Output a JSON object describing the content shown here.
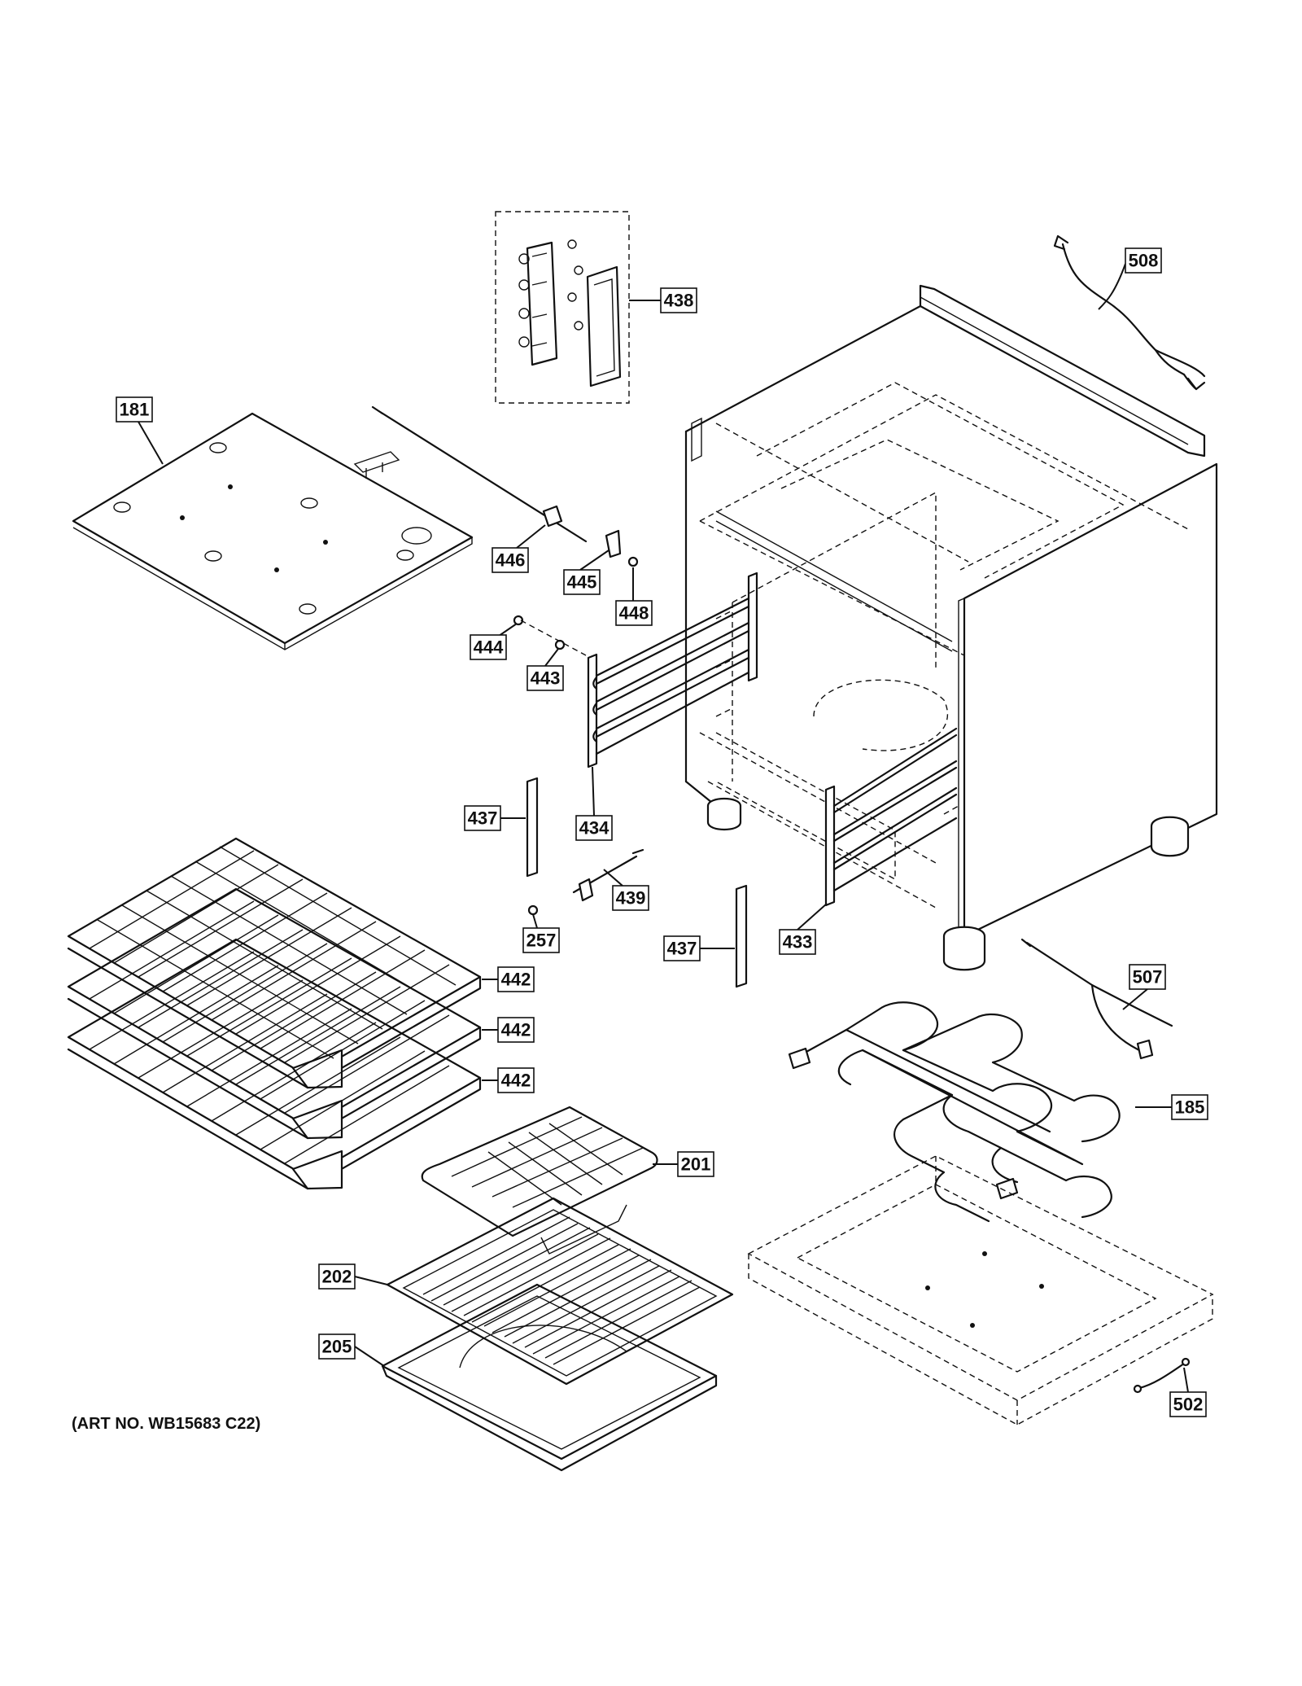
{
  "labels": {
    "l508": "508",
    "l438": "438",
    "l181": "181",
    "l446": "446",
    "l445": "445",
    "l448": "448",
    "l444": "444",
    "l443": "443",
    "l437a": "437",
    "l434": "434",
    "l439": "439",
    "l257": "257",
    "l437b": "437",
    "l433": "433",
    "l442a": "442",
    "l442b": "442",
    "l442c": "442",
    "l507": "507",
    "l185": "185",
    "l201": "201",
    "l202": "202",
    "l205": "205",
    "l502": "502"
  },
  "art_number": "(ART NO. WB15683 C22)"
}
